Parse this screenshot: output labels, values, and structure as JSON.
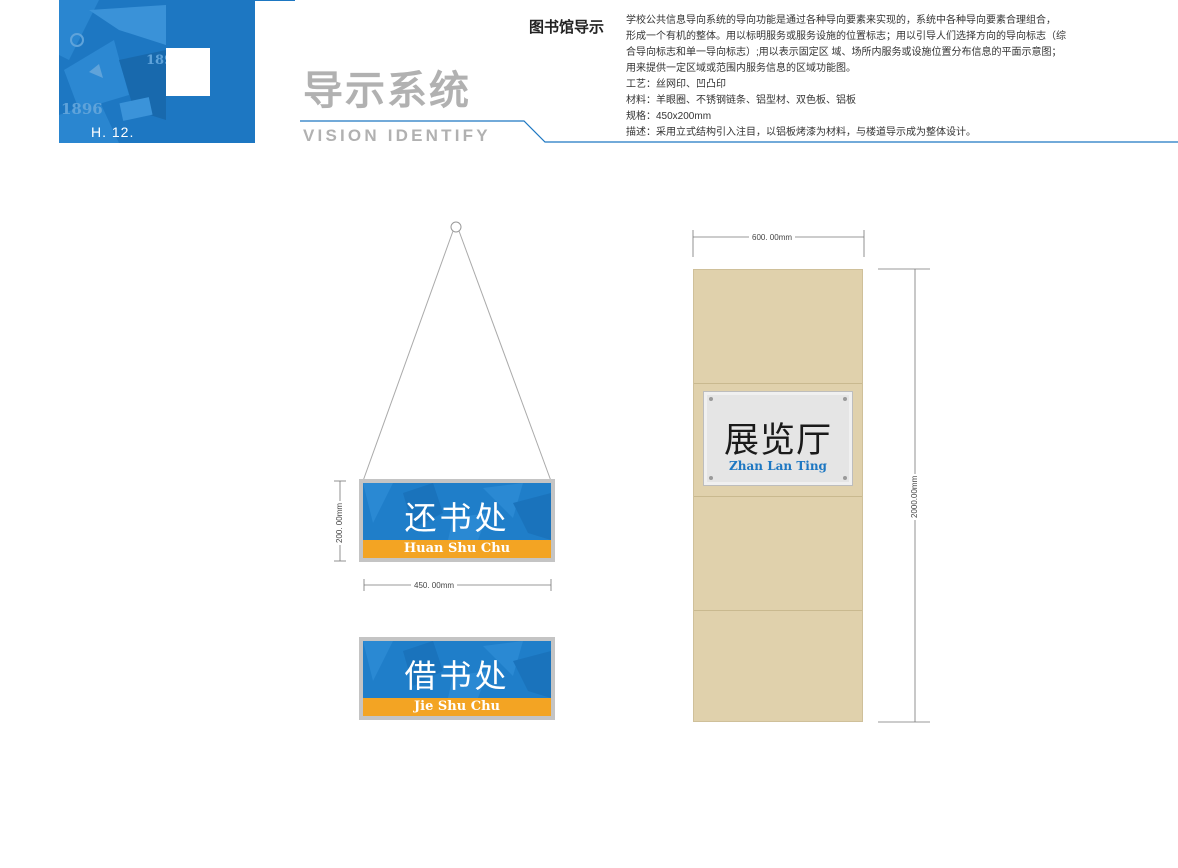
{
  "header": {
    "page_number": "H. 12.",
    "years": [
      "1896",
      "189"
    ],
    "title_cn": "导示系统",
    "title_en": "VISION IDENTIFY"
  },
  "section": {
    "title": "图书馆导示",
    "description_lines": [
      "学校公共信息导向系统的导向功能是通过各种导向要素来实现的，系统中各种导向要素合理组合，",
      "形成一个有机的整体。用以标明服务或服务设施的位置标志；用以引导人们选择方向的导向标志（综",
      "合导向标志和单一导向标志）;用以表示固定区 域、场所内服务或设施位置分布信息的平面示意图；",
      "用来提供一定区域或范围内服务信息的区域功能图。",
      "工艺：丝网印、凹凸印",
      "材料：羊眼圈、不锈钢链条、铝型材、双色板、铝板",
      "规格：450x200mm",
      "描述：采用立式结构引入注目，以铝板烤漆为材料，与楼道导示成为整体设计。"
    ]
  },
  "signs": {
    "return": {
      "cn": "还书处",
      "en": "Huan Shu Chu"
    },
    "borrow": {
      "cn": "借书处",
      "en": "Jie Shu Chu"
    },
    "exhibition": {
      "cn": "展览厅",
      "en": "Zhan Lan Ting"
    }
  },
  "dimensions": {
    "hanging_height": "200. 00mm",
    "hanging_width": "450. 00mm",
    "column_width": "600. 00mm",
    "column_height": "2000.00mm"
  },
  "colors": {
    "brand_blue": "#1d77c2",
    "sign_blue": "#1f7ec9",
    "sign_orange": "#f3a423",
    "column_beige": "#e0d1ac",
    "title_gray": "#b1b1b1"
  }
}
